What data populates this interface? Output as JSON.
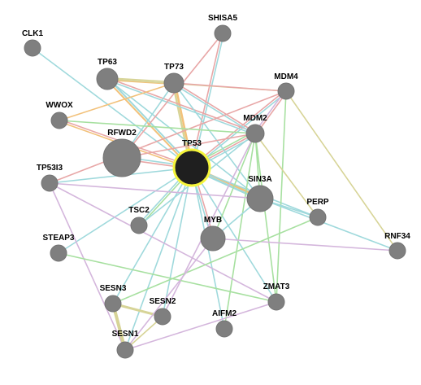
{
  "network": {
    "colors": {
      "node_fill": "#7f7f7f",
      "node_stroke": "#737373",
      "query_fill": "#1f1f1f",
      "query_stroke": "#f5f53b",
      "edge_teal": "#9fd9dc",
      "edge_pink": "#e8a7a7",
      "edge_orange": "#f2c17a",
      "edge_green": "#a7e0a0",
      "edge_purple": "#d4b6dc",
      "edge_olive": "#d7d497"
    },
    "nodes": [
      {
        "id": "TP53",
        "label": "TP53"
      },
      {
        "id": "CLK1",
        "label": "CLK1"
      },
      {
        "id": "SHISA5",
        "label": "SHISA5"
      },
      {
        "id": "TP63",
        "label": "TP63"
      },
      {
        "id": "TP73",
        "label": "TP73"
      },
      {
        "id": "MDM4",
        "label": "MDM4"
      },
      {
        "id": "WWOX",
        "label": "WWOX"
      },
      {
        "id": "MDM2",
        "label": "MDM2"
      },
      {
        "id": "RFWD2",
        "label": "RFWD2"
      },
      {
        "id": "TP53I3",
        "label": "TP53I3"
      },
      {
        "id": "SIN3A",
        "label": "SIN3A"
      },
      {
        "id": "PERP",
        "label": "PERP"
      },
      {
        "id": "TSC2",
        "label": "TSC2"
      },
      {
        "id": "MYB",
        "label": "MYB"
      },
      {
        "id": "RNF34",
        "label": "RNF34"
      },
      {
        "id": "STEAP3",
        "label": "STEAP3"
      },
      {
        "id": "SESN3",
        "label": "SESN3"
      },
      {
        "id": "SESN2",
        "label": "SESN2"
      },
      {
        "id": "ZMAT3",
        "label": "ZMAT3"
      },
      {
        "id": "AIFM2",
        "label": "AIFM2"
      },
      {
        "id": "SESN1",
        "label": "SESN1"
      }
    ],
    "edges": [
      {
        "source": "TP53",
        "target": "CLK1",
        "color": "edge_teal"
      },
      {
        "source": "TP53",
        "target": "SHISA5",
        "color": "edge_pink"
      },
      {
        "source": "TP53",
        "target": "SHISA5",
        "color": "edge_teal"
      },
      {
        "source": "TP53",
        "target": "TP63",
        "color": "edge_orange"
      },
      {
        "source": "TP53",
        "target": "TP63",
        "color": "edge_teal"
      },
      {
        "source": "TP53",
        "target": "TP73",
        "color": "edge_olive"
      },
      {
        "source": "TP53",
        "target": "TP73",
        "color": "edge_orange"
      },
      {
        "source": "TP53",
        "target": "MDM4",
        "color": "edge_pink"
      },
      {
        "source": "TP53",
        "target": "MDM4",
        "color": "edge_teal"
      },
      {
        "source": "TP53",
        "target": "WWOX",
        "color": "edge_orange"
      },
      {
        "source": "TP53",
        "target": "WWOX",
        "color": "edge_pink"
      },
      {
        "source": "TP53",
        "target": "MDM2",
        "color": "edge_green"
      },
      {
        "source": "TP53",
        "target": "MDM2",
        "color": "edge_pink"
      },
      {
        "source": "TP53",
        "target": "MDM2",
        "color": "edge_teal"
      },
      {
        "source": "TP53",
        "target": "RFWD2",
        "color": "edge_pink"
      },
      {
        "source": "TP53",
        "target": "RFWD2",
        "color": "edge_teal"
      },
      {
        "source": "TP53",
        "target": "TP53I3",
        "color": "edge_teal"
      },
      {
        "source": "TP53",
        "target": "SIN3A",
        "color": "edge_orange"
      },
      {
        "source": "TP53",
        "target": "SIN3A",
        "color": "edge_teal"
      },
      {
        "source": "TP53",
        "target": "PERP",
        "color": "edge_teal"
      },
      {
        "source": "TP53",
        "target": "TSC2",
        "color": "edge_green"
      },
      {
        "source": "TP53",
        "target": "TSC2",
        "color": "edge_teal"
      },
      {
        "source": "TP53",
        "target": "MYB",
        "color": "edge_pink"
      },
      {
        "source": "TP53",
        "target": "MYB",
        "color": "edge_teal"
      },
      {
        "source": "TP53",
        "target": "STEAP3",
        "color": "edge_teal"
      },
      {
        "source": "TP53",
        "target": "SESN3",
        "color": "edge_teal"
      },
      {
        "source": "TP53",
        "target": "SESN2",
        "color": "edge_teal"
      },
      {
        "source": "TP53",
        "target": "SESN1",
        "color": "edge_teal"
      },
      {
        "source": "TP53",
        "target": "ZMAT3",
        "color": "edge_teal"
      },
      {
        "source": "TP53",
        "target": "AIFM2",
        "color": "edge_teal"
      },
      {
        "source": "TP63",
        "target": "TP73",
        "color": "edge_olive"
      },
      {
        "source": "TP63",
        "target": "TP73",
        "color": "edge_orange"
      },
      {
        "source": "TP63",
        "target": "MDM4",
        "color": "edge_olive"
      },
      {
        "source": "TP63",
        "target": "MDM2",
        "color": "edge_pink"
      },
      {
        "source": "TP63",
        "target": "MDM2",
        "color": "edge_teal"
      },
      {
        "source": "TP63",
        "target": "SIN3A",
        "color": "edge_teal"
      },
      {
        "source": "TP73",
        "target": "MDM4",
        "color": "edge_pink"
      },
      {
        "source": "TP73",
        "target": "MDM2",
        "color": "edge_pink"
      },
      {
        "source": "TP73",
        "target": "MDM2",
        "color": "edge_teal"
      },
      {
        "source": "TP73",
        "target": "SIN3A",
        "color": "edge_teal"
      },
      {
        "source": "TP73",
        "target": "WWOX",
        "color": "edge_orange"
      },
      {
        "source": "TP73",
        "target": "RFWD2",
        "color": "edge_teal"
      },
      {
        "source": "SHISA5",
        "target": "RFWD2",
        "color": "edge_pink"
      },
      {
        "source": "MDM4",
        "target": "MDM2",
        "color": "edge_pink"
      },
      {
        "source": "MDM4",
        "target": "MDM2",
        "color": "edge_purple"
      },
      {
        "source": "MDM4",
        "target": "RNF34",
        "color": "edge_olive"
      },
      {
        "source": "MDM4",
        "target": "ZMAT3",
        "color": "edge_green"
      },
      {
        "source": "MDM4",
        "target": "TP53I3",
        "color": "edge_pink"
      },
      {
        "source": "MDM2",
        "target": "WWOX",
        "color": "edge_green"
      },
      {
        "source": "MDM2",
        "target": "RFWD2",
        "color": "edge_pink"
      },
      {
        "source": "MDM2",
        "target": "SIN3A",
        "color": "edge_green"
      },
      {
        "source": "MDM2",
        "target": "TSC2",
        "color": "edge_teal"
      },
      {
        "source": "MDM2",
        "target": "MYB",
        "color": "edge_green"
      },
      {
        "source": "MDM2",
        "target": "ZMAT3",
        "color": "edge_green"
      },
      {
        "source": "MDM2",
        "target": "AIFM2",
        "color": "edge_green"
      },
      {
        "source": "MDM2",
        "target": "SESN2",
        "color": "edge_purple"
      },
      {
        "source": "MDM2",
        "target": "PERP",
        "color": "edge_olive"
      },
      {
        "source": "SIN3A",
        "target": "PERP",
        "color": "edge_teal"
      },
      {
        "source": "SIN3A",
        "target": "RNF34",
        "color": "edge_teal"
      },
      {
        "source": "SIN3A",
        "target": "MYB",
        "color": "edge_teal"
      },
      {
        "source": "SIN3A",
        "target": "TP53I3",
        "color": "edge_purple"
      },
      {
        "source": "MYB",
        "target": "RNF34",
        "color": "edge_purple"
      },
      {
        "source": "TP53I3",
        "target": "SESN1",
        "color": "edge_purple"
      },
      {
        "source": "TP53I3",
        "target": "ZMAT3",
        "color": "edge_purple"
      },
      {
        "source": "STEAP3",
        "target": "ZMAT3",
        "color": "edge_green"
      },
      {
        "source": "SESN3",
        "target": "PERP",
        "color": "edge_green"
      },
      {
        "source": "SESN3",
        "target": "SESN2",
        "color": "edge_olive"
      },
      {
        "source": "SESN3",
        "target": "SESN1",
        "color": "edge_olive"
      },
      {
        "source": "SESN2",
        "target": "SESN1",
        "color": "edge_olive"
      },
      {
        "source": "SESN1",
        "target": "ZMAT3",
        "color": "edge_purple"
      },
      {
        "source": "SESN1",
        "target": "MYB",
        "color": "edge_purple"
      }
    ]
  }
}
